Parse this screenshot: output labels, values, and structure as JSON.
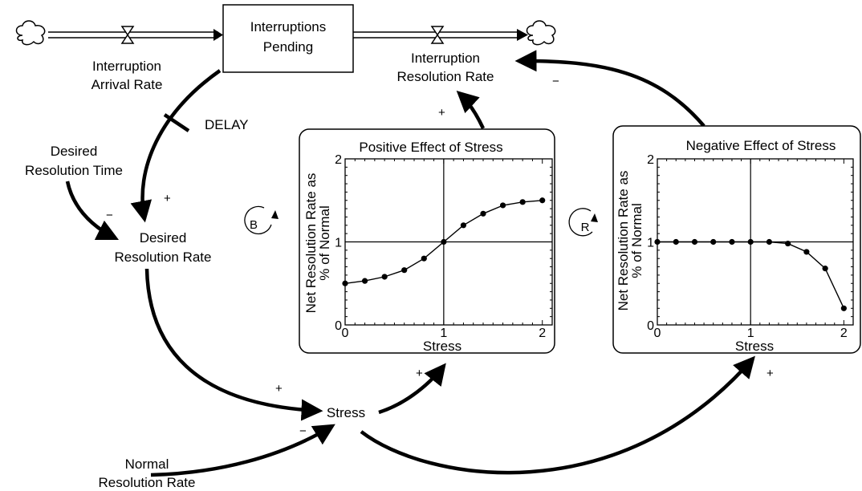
{
  "stock": {
    "line1": "Interruptions",
    "line2": "Pending"
  },
  "flows": {
    "arrival": {
      "line1": "Interruption",
      "line2": "Arrival Rate"
    },
    "resolution": {
      "line1": "Interruption",
      "line2": "Resolution Rate"
    }
  },
  "variables": {
    "desired_resolution_time": {
      "line1": "Desired",
      "line2": "Resolution Time"
    },
    "desired_resolution_rate": {
      "line1": "Desired",
      "line2": "Resolution Rate"
    },
    "stress": "Stress",
    "normal_resolution_rate": {
      "line1": "Normal",
      "line2": "Resolution Rate"
    }
  },
  "delay_label": "DELAY",
  "loops": {
    "balancing": "B",
    "reinforcing": "R"
  },
  "polarities": {
    "stock_to_desired": "+",
    "time_to_desired": "−",
    "desired_to_stress": "+",
    "normal_to_stress": "−",
    "stress_to_positive": "+",
    "stress_to_negative": "+",
    "positive_to_resolution": "+",
    "negative_to_resolution": "−"
  },
  "chart_data": [
    {
      "type": "line",
      "title": "Positive Effect of Stress",
      "xlabel": "Stress",
      "ylabel_line1": "Net Resolution Rate as",
      "ylabel_line2": "% of Normal",
      "xlim": [
        0,
        2.1
      ],
      "ylim": [
        0,
        2
      ],
      "x_ticks": [
        "0",
        "1",
        "2"
      ],
      "y_ticks": [
        "0",
        "1",
        "2"
      ],
      "x": [
        0,
        0.2,
        0.4,
        0.6,
        0.8,
        1.0,
        1.2,
        1.4,
        1.6,
        1.8,
        2.0
      ],
      "values": [
        0.5,
        0.53,
        0.58,
        0.66,
        0.8,
        1.0,
        1.2,
        1.34,
        1.44,
        1.48,
        1.5
      ]
    },
    {
      "type": "line",
      "title": "Negative Effect of Stress",
      "xlabel": "Stress",
      "ylabel_line1": "Net Resolution Rate as",
      "ylabel_line2": "% of Normal",
      "xlim": [
        0,
        2.1
      ],
      "ylim": [
        0,
        2
      ],
      "x_ticks": [
        "0",
        "1",
        "2"
      ],
      "y_ticks": [
        "0",
        "1",
        "2"
      ],
      "x": [
        0,
        0.2,
        0.4,
        0.6,
        0.8,
        1.0,
        1.2,
        1.4,
        1.6,
        1.8,
        2.0
      ],
      "values": [
        1.0,
        1.0,
        1.0,
        1.0,
        1.0,
        1.0,
        1.0,
        0.98,
        0.88,
        0.68,
        0.2
      ]
    }
  ]
}
